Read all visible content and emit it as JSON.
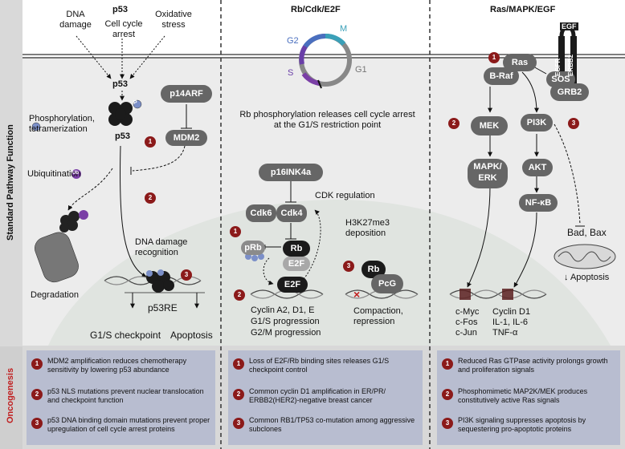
{
  "side_labels": {
    "standard": "Standard Pathway Function",
    "oncogenesis": "Oncogenesis"
  },
  "p53": {
    "header": "p53",
    "stimuli": [
      "DNA damage",
      "Cell cycle arrest",
      "Oxidative stress"
    ],
    "top_p53": "p53",
    "phospho_label": "Phosphorylation, tetramerization",
    "phospho_badge": "P",
    "p53_label": "p53",
    "p14arf": "p14ARF",
    "mdm2": "MDM2",
    "ubiquitination": "Ubiquitination",
    "ub_badge": "Ub",
    "degradation": "Degradation",
    "dna_damage_recognition": "DNA damage recognition",
    "p53re": "p53RE",
    "g1s_checkpoint": "G1/S checkpoint",
    "apoptosis": "Apoptosis",
    "markers": [
      "1",
      "2",
      "3"
    ]
  },
  "rb": {
    "header": "Rb/Cdk/E2F",
    "cycle_phases": [
      "M",
      "G2",
      "S",
      "G1"
    ],
    "caption": "Rb phosphorylation releases cell cycle arrest at the G1/S restriction point",
    "p16": "p16INK4a",
    "cdk_regulation": "CDK regulation",
    "cdk6": "Cdk6",
    "cdk4": "Cdk4",
    "prb": "pRb",
    "rb_label": "Rb",
    "e2f": "E2F",
    "e2f_bound": "E2F",
    "targets": "Cyclin A2, D1, E\nG1/S progression\nG2/M progression",
    "h3k27me3": "H3K27me3 deposition",
    "rb2": "Rb",
    "pcg": "PcG",
    "compaction": "Compaction, repression",
    "markers": [
      "1",
      "2",
      "3"
    ]
  },
  "ras": {
    "header": "Ras/MAPK/EGF",
    "ras": "Ras",
    "braf": "B-Raf",
    "sos": "SOS",
    "grb2": "GRB2",
    "egf": "EGF",
    "egfr": "EGFR",
    "erbb2": "ERBB2",
    "mek": "MEK",
    "pi3k": "PI3K",
    "mapk": "MAPK/ ERK",
    "akt": "AKT",
    "nfkb": "NF-κB",
    "bad_bax": "Bad, Bax",
    "apoptosis": "↓ Apoptosis",
    "targets_left": "c-Myc\nc-Fos\nc-Jun",
    "targets_right": "Cyclin D1\nIL-1, IL-6\nTNF-α",
    "markers": [
      "1",
      "2",
      "3"
    ]
  },
  "oncogenesis": {
    "p53": [
      {
        "n": "1",
        "text": "MDM2 amplification reduces chemotherapy sensitivity by lowering p53 abundance"
      },
      {
        "n": "2",
        "text": "p53 NLS mutations prevent nuclear translocation and checkpoint function"
      },
      {
        "n": "3",
        "text": "p53 DNA binding domain mutations prevent proper upregulation of cell cycle arrest proteins"
      }
    ],
    "rb": [
      {
        "n": "1",
        "text": "Loss of E2F/Rb binding sites releases G1/S checkpoint control"
      },
      {
        "n": "2",
        "text": "Common cyclin D1 amplification in ER/PR/ ERBB2(HER2)-negative breast cancer"
      },
      {
        "n": "3",
        "text": "Common RB1/TP53 co-mutation among aggressive subclones"
      }
    ],
    "ras": [
      {
        "n": "1",
        "text": "Reduced Ras GTPase activity prolongs growth and proliferation signals"
      },
      {
        "n": "2",
        "text": "Phosphomimetic MAP2K/MEK produces constitutively active Ras signals"
      },
      {
        "n": "3",
        "text": "PI3K signaling suppresses apoptosis by sequestering pro-apoptotic proteins"
      }
    ]
  }
}
